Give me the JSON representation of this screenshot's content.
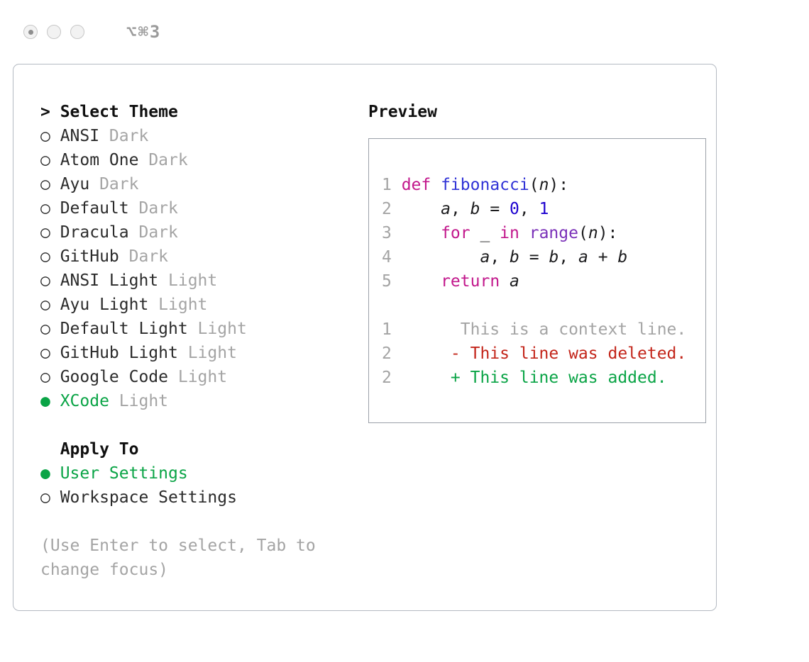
{
  "titlebar": {
    "shortcut": "⌥⌘3"
  },
  "colors": {
    "accent_green": "#0aa446",
    "keyword_pink": "#c2188c",
    "function_blue": "#3032d6",
    "number_blue": "#1c00cf",
    "builtin_purple": "#7a30b8",
    "deleted_red": "#c3251a",
    "added_green": "#0aa446",
    "muted_gray": "#a4a4a4",
    "text_dark": "#1c1c1e"
  },
  "theme_selector": {
    "pointer": ">",
    "title": "Select Theme",
    "items": [
      {
        "name": "ANSI",
        "variant": "Dark",
        "selected": false
      },
      {
        "name": "Atom One",
        "variant": "Dark",
        "selected": false
      },
      {
        "name": "Ayu",
        "variant": "Dark",
        "selected": false
      },
      {
        "name": "Default",
        "variant": "Dark",
        "selected": false
      },
      {
        "name": "Dracula",
        "variant": "Dark",
        "selected": false
      },
      {
        "name": "GitHub",
        "variant": "Dark",
        "selected": false
      },
      {
        "name": "ANSI Light",
        "variant": "Light",
        "selected": false
      },
      {
        "name": "Ayu Light",
        "variant": "Light",
        "selected": false
      },
      {
        "name": "Default Light",
        "variant": "Light",
        "selected": false
      },
      {
        "name": "GitHub Light",
        "variant": "Light",
        "selected": false
      },
      {
        "name": "Google Code",
        "variant": "Light",
        "selected": false
      },
      {
        "name": "XCode",
        "variant": "Light",
        "selected": true
      }
    ]
  },
  "apply_to": {
    "title": "Apply To",
    "options": [
      {
        "label": "User Settings",
        "selected": true
      },
      {
        "label": "Workspace Settings",
        "selected": false
      }
    ]
  },
  "hint": "(Use Enter to select, Tab to change focus)",
  "preview": {
    "title": "Preview",
    "code_lines": [
      {
        "num": "1",
        "tokens": [
          {
            "t": "def ",
            "c": "kw"
          },
          {
            "t": "fibonacci",
            "c": "fn"
          },
          {
            "t": "(",
            "c": "plain"
          },
          {
            "t": "n",
            "c": "var"
          },
          {
            "t": "):",
            "c": "plain"
          }
        ]
      },
      {
        "num": "2",
        "tokens": [
          {
            "t": "    ",
            "c": "plain"
          },
          {
            "t": "a",
            "c": "var"
          },
          {
            "t": ", ",
            "c": "plain"
          },
          {
            "t": "b",
            "c": "var"
          },
          {
            "t": " = ",
            "c": "plain"
          },
          {
            "t": "0",
            "c": "num"
          },
          {
            "t": ", ",
            "c": "plain"
          },
          {
            "t": "1",
            "c": "num"
          }
        ]
      },
      {
        "num": "3",
        "tokens": [
          {
            "t": "    ",
            "c": "plain"
          },
          {
            "t": "for",
            "c": "kw"
          },
          {
            "t": " _ ",
            "c": "plain"
          },
          {
            "t": "in",
            "c": "kw"
          },
          {
            "t": " ",
            "c": "plain"
          },
          {
            "t": "range",
            "c": "builtin"
          },
          {
            "t": "(",
            "c": "plain"
          },
          {
            "t": "n",
            "c": "var"
          },
          {
            "t": "):",
            "c": "plain"
          }
        ]
      },
      {
        "num": "4",
        "tokens": [
          {
            "t": "        ",
            "c": "plain"
          },
          {
            "t": "a",
            "c": "var"
          },
          {
            "t": ", ",
            "c": "plain"
          },
          {
            "t": "b",
            "c": "var"
          },
          {
            "t": " = ",
            "c": "plain"
          },
          {
            "t": "b",
            "c": "var"
          },
          {
            "t": ", ",
            "c": "plain"
          },
          {
            "t": "a",
            "c": "var"
          },
          {
            "t": " + ",
            "c": "plain"
          },
          {
            "t": "b",
            "c": "var"
          }
        ]
      },
      {
        "num": "5",
        "tokens": [
          {
            "t": "    ",
            "c": "plain"
          },
          {
            "t": "return",
            "c": "kw"
          },
          {
            "t": " ",
            "c": "plain"
          },
          {
            "t": "a",
            "c": "var"
          }
        ]
      }
    ],
    "diff_lines": [
      {
        "num": "1",
        "type": "context",
        "text": "      This is a context line."
      },
      {
        "num": "2",
        "type": "deleted",
        "text": "     - This line was deleted."
      },
      {
        "num": "2",
        "type": "added",
        "text": "     + This line was added."
      }
    ]
  }
}
